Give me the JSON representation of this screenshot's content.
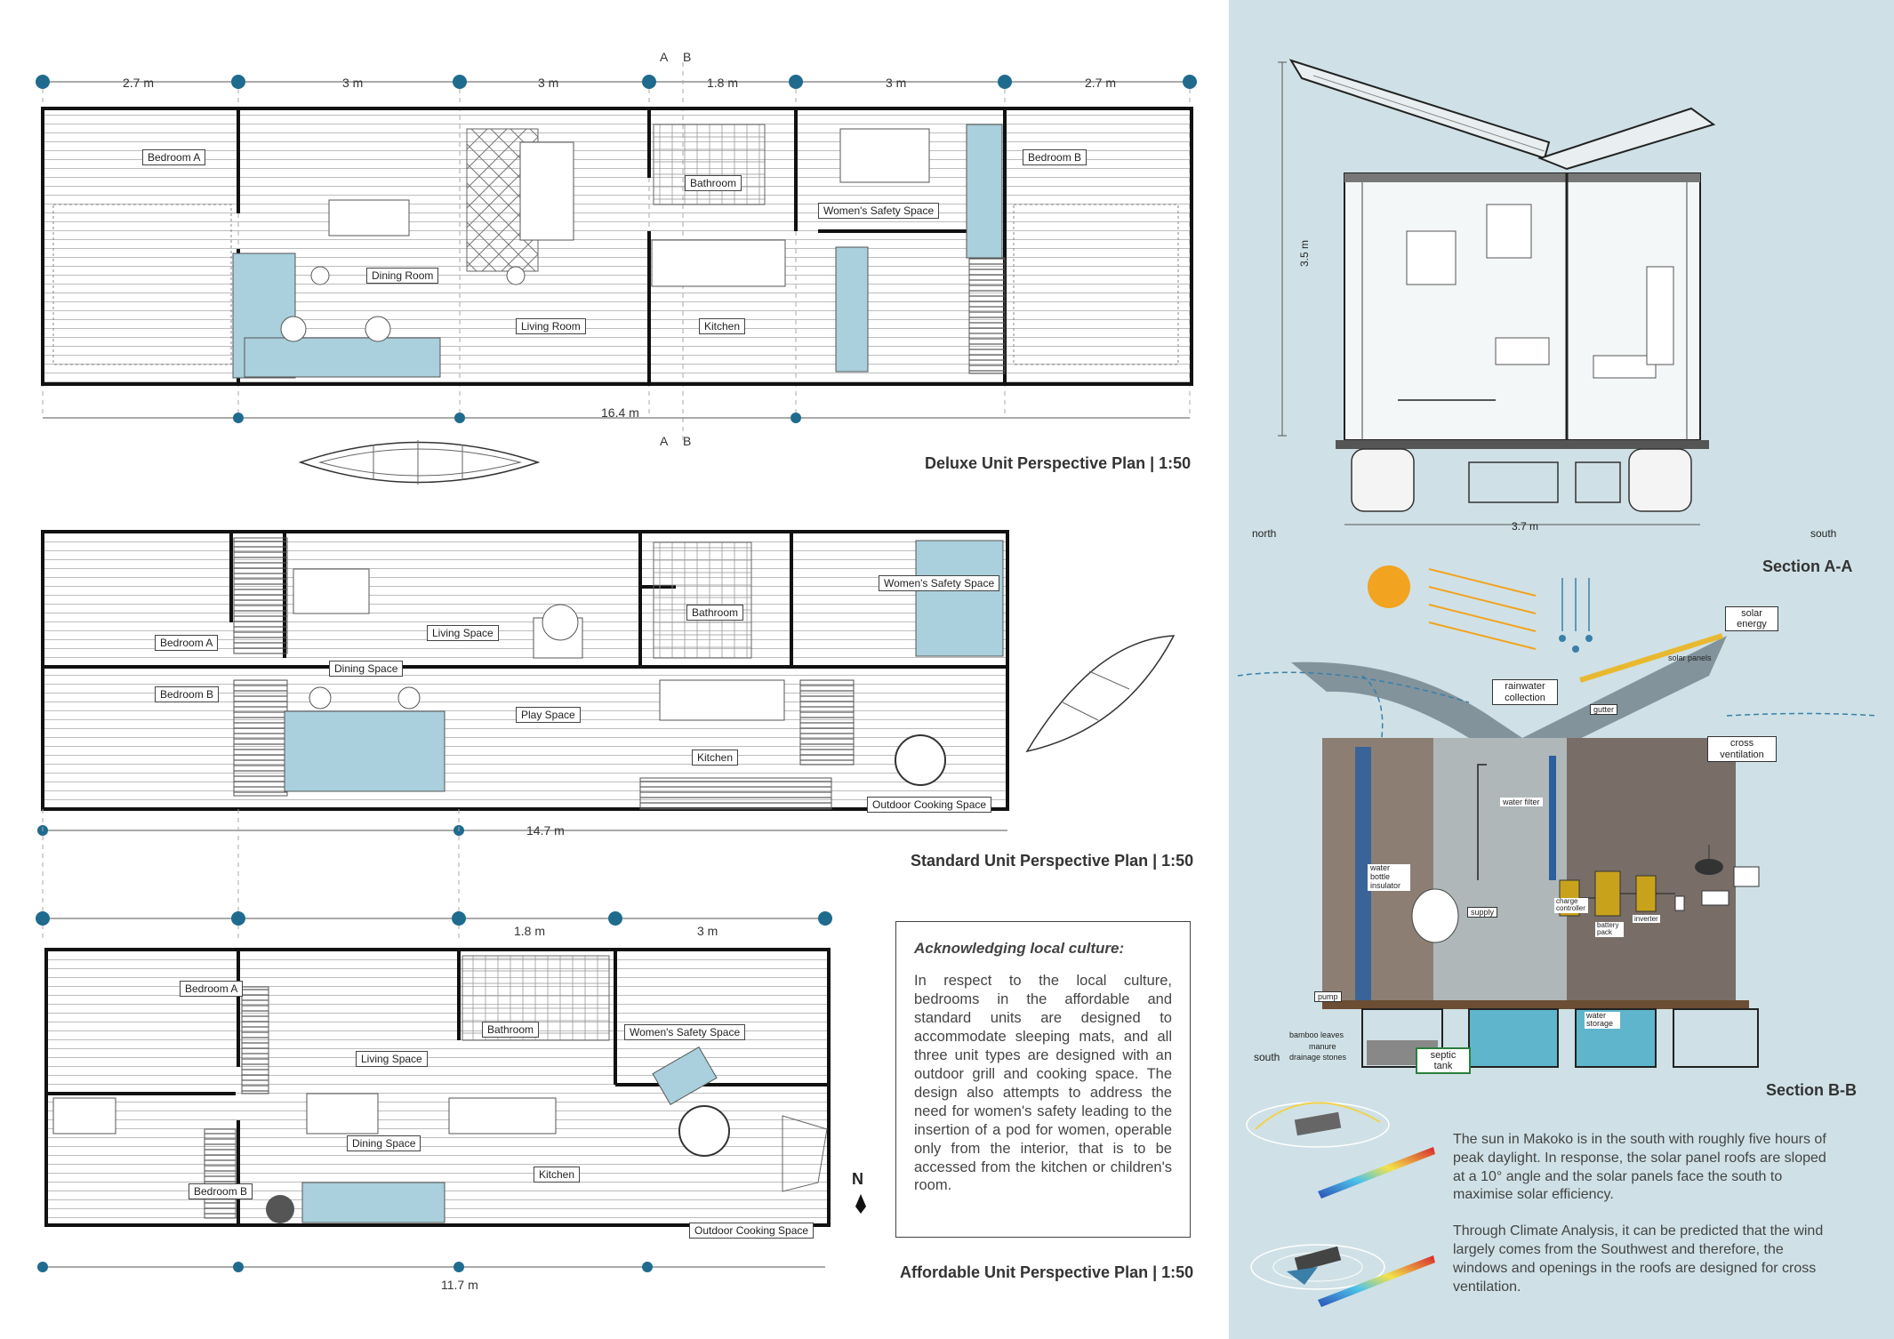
{
  "deluxe": {
    "title": "Deluxe Unit Perspective Plan | 1:50",
    "dims": [
      "2.7 m",
      "3 m",
      "3 m",
      "1.8 m",
      "3 m",
      "2.7 m"
    ],
    "overall": "16.4 m",
    "section_marks": [
      "A",
      "B",
      "A",
      "B"
    ],
    "rooms": {
      "bedroom_a": "Bedroom A",
      "bedroom_b": "Bedroom B",
      "bathroom": "Bathroom",
      "womens_safety": "Women's Safety Space",
      "dining": "Dining Room",
      "living": "Living Room",
      "kitchen": "Kitchen"
    }
  },
  "standard": {
    "title": "Standard Unit Perspective Plan | 1:50",
    "overall": "14.7 m",
    "rooms": {
      "bedroom_a": "Bedroom A",
      "bedroom_b": "Bedroom B",
      "living": "Living Space",
      "dining": "Dining Space",
      "bathroom": "Bathroom",
      "womens_safety": "Women's Safety Space",
      "play": "Play Space",
      "kitchen": "Kitchen",
      "outdoor": "Outdoor Cooking Space"
    }
  },
  "affordable": {
    "title": "Affordable Unit Perspective Plan | 1:50",
    "dims": [
      "1.8 m",
      "3 m"
    ],
    "overall": "11.7 m",
    "rooms": {
      "bedroom_a": "Bedroom A",
      "bedroom_b": "Bedroom B",
      "living": "Living Space",
      "dining": "Dining Space",
      "bathroom": "Bathroom",
      "womens_safety": "Women's Safety Space",
      "kitchen": "Kitchen",
      "outdoor": "Outdoor Cooking Space"
    },
    "north": "N"
  },
  "culture": {
    "heading": "Acknowledging local culture:",
    "body": "In respect to the local culture, bedrooms in the affordable and standard units are designed to accommodate sleeping mats, and all three unit types are designed with an outdoor grill and cooking space. The design also attempts to address the need for women's safety leading to the insertion of a pod for women, operable only from the interior, that is to be accessed from the kitchen or children's room."
  },
  "section_aa": {
    "title": "Section A-A",
    "height": "3.5 m",
    "width": "3.7 m",
    "north": "north",
    "south": "south"
  },
  "section_bb": {
    "title": "Section B-B",
    "labels": {
      "solar_energy": "solar energy",
      "solar_panels": "solar panels",
      "rainwater": "rainwater collection",
      "gutter": "gutter",
      "cross_vent": "cross ventilation",
      "water_filter": "water filter",
      "bottle_insulator": "water bottle insulator",
      "supply": "supply",
      "charge_controller": "charge controller",
      "battery_pack": "battery pack",
      "inverter": "inverter",
      "pump": "pump",
      "bamboo": "bamboo leaves",
      "manure": "manure",
      "drainage": "drainage stones",
      "septic": "septic tank",
      "water_storage": "water storage",
      "south": "south"
    }
  },
  "climate": {
    "p1": "The sun in Makoko is in the south with roughly five hours of peak daylight. In response, the solar panel roofs are sloped at a 10° angle and the solar panels face the south to maximise solar efficiency.",
    "p2": "Through Climate Analysis, it can be predicted that the wind largely comes from the Southwest and therefore, the windows and openings in the roofs are designed for cross ventilation."
  },
  "colors": {
    "panel_bg": "#cfe1e6",
    "accent_blue": "#a9d0dc",
    "grid_marker": "#1f6b8e",
    "sun": "#f2a31f",
    "solar": "#e8b930",
    "equipment": "#c9a21c"
  }
}
